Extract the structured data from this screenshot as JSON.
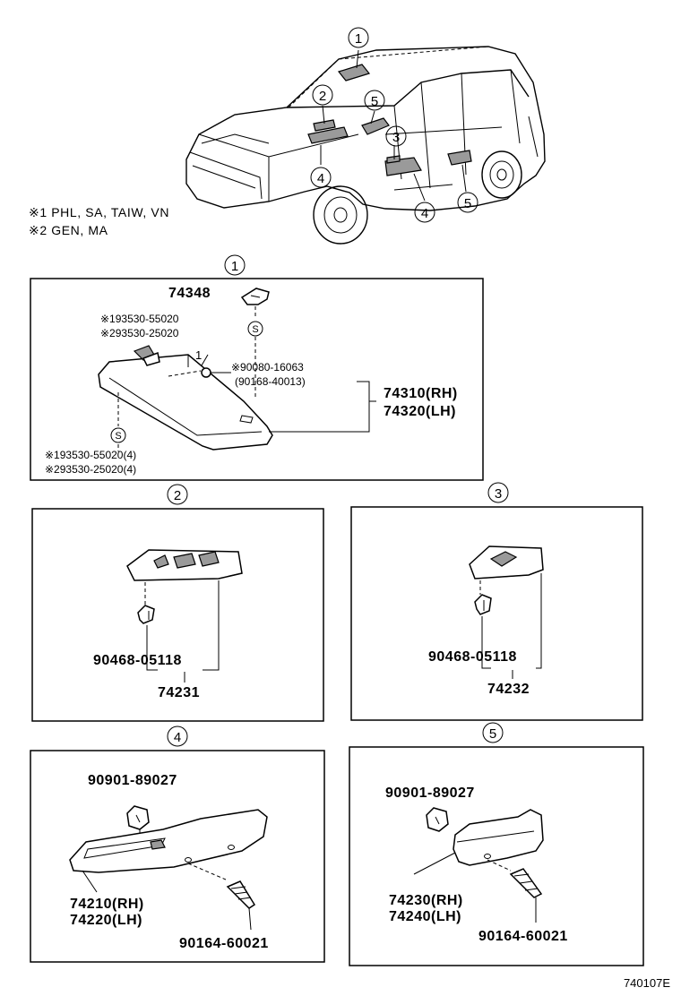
{
  "notes": {
    "n1": "※1 PHL, SA, TAIW, VN",
    "n2": "※2 GEN, MA"
  },
  "markers": {
    "m1": "1",
    "m2": "2",
    "m3": "3",
    "m4": "4",
    "m5": "5"
  },
  "panel1": {
    "clip": "74348",
    "screw_a1": "※193530-55020",
    "screw_a2": "※293530-25020",
    "s_mark": "S",
    "pin_label": "1",
    "bolt1": "※90080-16063",
    "bolt2": "(90168-40013)",
    "visor_rh": "74310(RH)",
    "visor_lh": "74320(LH)",
    "screw_b1": "※193530-55020(4)",
    "screw_b2": "※293530-25020(4)"
  },
  "panel2": {
    "clip": "90468-05118",
    "assy": "74231"
  },
  "panel3": {
    "clip": "90468-05118",
    "assy": "74232"
  },
  "panel4": {
    "clip": "90901-89027",
    "rh": "74210(RH)",
    "lh": "74220(LH)",
    "screw": "90164-60021"
  },
  "panel5": {
    "clip": "90901-89027",
    "rh": "74230(RH)",
    "lh": "74240(LH)",
    "screw": "90164-60021"
  },
  "catalog_code": "740107E"
}
